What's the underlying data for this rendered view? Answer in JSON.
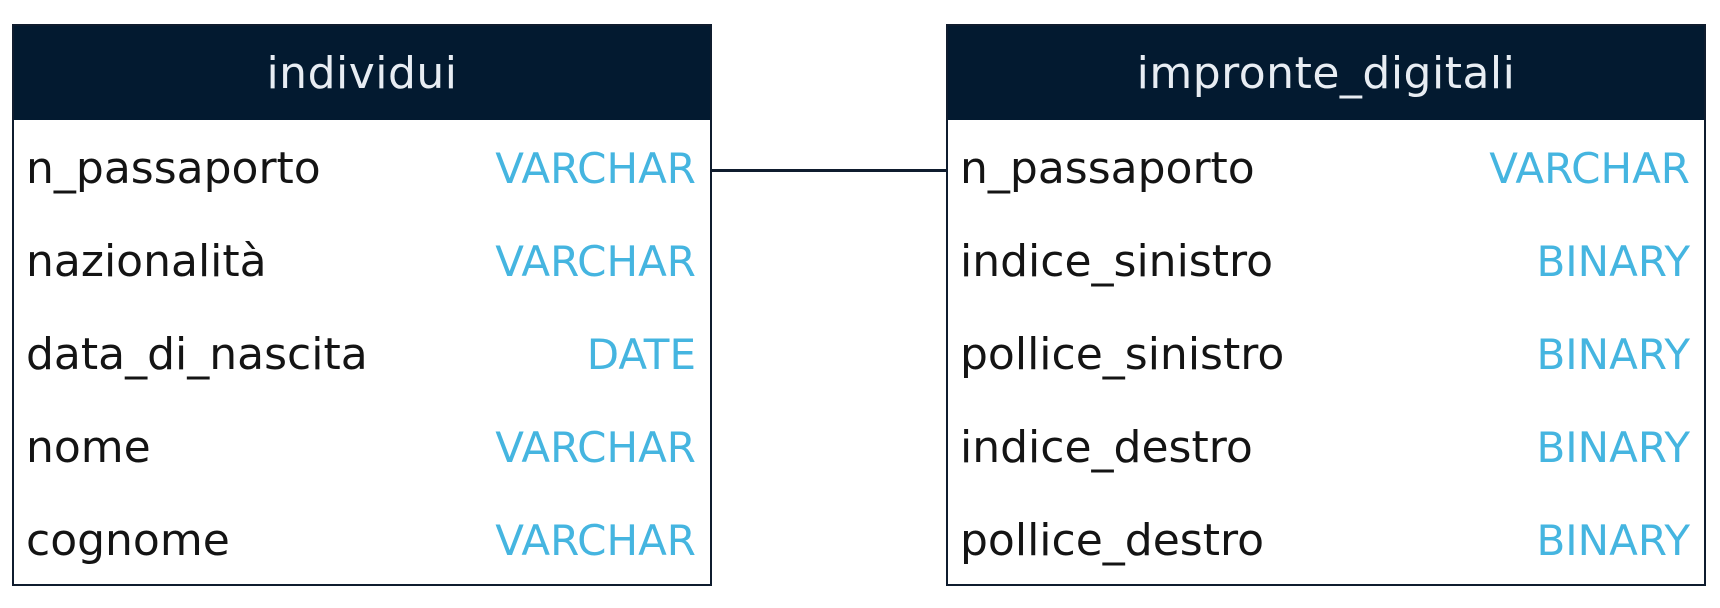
{
  "tables": [
    {
      "name": "individui",
      "fields": [
        {
          "name": "n_passaporto",
          "type": "VARCHAR"
        },
        {
          "name": "nazionalità",
          "type": "VARCHAR"
        },
        {
          "name": "data_di_nascita",
          "type": "DATE"
        },
        {
          "name": "nome",
          "type": "VARCHAR"
        },
        {
          "name": "cognome",
          "type": "VARCHAR"
        }
      ]
    },
    {
      "name": "impronte_digitali",
      "fields": [
        {
          "name": "n_passaporto",
          "type": "VARCHAR"
        },
        {
          "name": "indice_sinistro",
          "type": "BINARY"
        },
        {
          "name": "pollice_sinistro",
          "type": "BINARY"
        },
        {
          "name": "indice_destro",
          "type": "BINARY"
        },
        {
          "name": "pollice_destro",
          "type": "BINARY"
        }
      ]
    }
  ],
  "relationship": {
    "from": "individui.n_passaporto",
    "to": "impronte_digitali.n_passaporto"
  },
  "colors": {
    "header_bg": "#031a30",
    "header_text": "#e8edf3",
    "type_text": "#45b5e0",
    "field_text": "#141414"
  }
}
